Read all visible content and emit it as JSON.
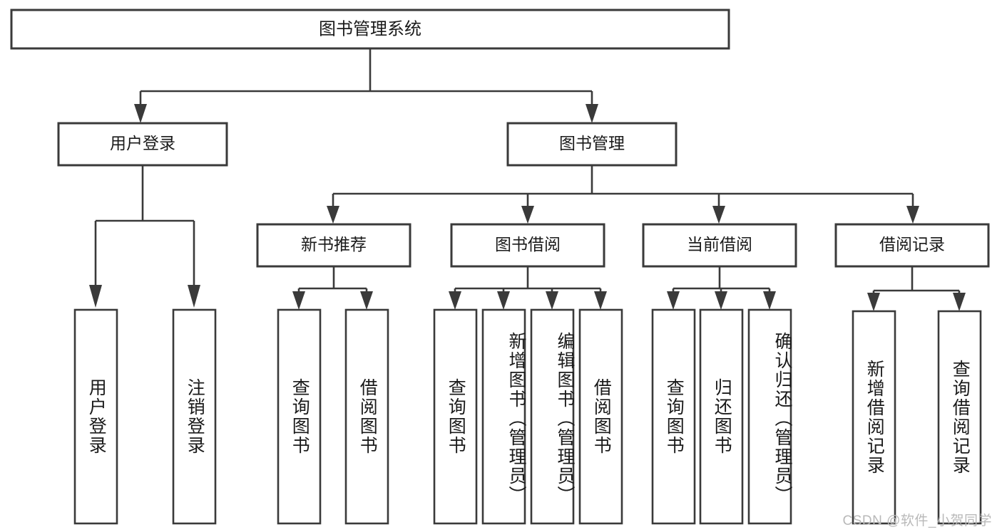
{
  "diagram": {
    "type": "tree-hierarchy",
    "title": "图书管理系统",
    "root": {
      "label": "图书管理系统",
      "id": "root"
    },
    "level1": [
      {
        "id": "user-login",
        "label": "用户登录"
      },
      {
        "id": "book-management",
        "label": "图书管理"
      }
    ],
    "level2": [
      {
        "id": "new-book-recommend",
        "label": "新书推荐",
        "parent": "book-management"
      },
      {
        "id": "book-borrow",
        "label": "图书借阅",
        "parent": "book-management"
      },
      {
        "id": "current-borrow",
        "label": "当前借阅",
        "parent": "book-management"
      },
      {
        "id": "borrow-record",
        "label": "借阅记录",
        "parent": "book-management"
      }
    ],
    "leaves": {
      "user-login": [
        {
          "id": "leaf-user-login",
          "label": "用户登录"
        },
        {
          "id": "leaf-user-logout",
          "label": "注销登录"
        }
      ],
      "new-book-recommend": [
        {
          "id": "leaf-query-book-1",
          "label": "查询图书"
        },
        {
          "id": "leaf-borrow-book-1",
          "label": "借阅图书"
        }
      ],
      "book-borrow": [
        {
          "id": "leaf-query-book-2",
          "label": "查询图书"
        },
        {
          "id": "leaf-add-book",
          "label": "新增图书（管理员）"
        },
        {
          "id": "leaf-edit-book",
          "label": "编辑图书（管理员）"
        },
        {
          "id": "leaf-borrow-book-2",
          "label": "借阅图书"
        }
      ],
      "current-borrow": [
        {
          "id": "leaf-query-book-3",
          "label": "查询图书"
        },
        {
          "id": "leaf-return-book",
          "label": "归还图书"
        },
        {
          "id": "leaf-confirm-return",
          "label": "确认归还（管理员）"
        }
      ],
      "borrow-record": [
        {
          "id": "leaf-add-record",
          "label": "新增借阅记录"
        },
        {
          "id": "leaf-query-record",
          "label": "查询借阅记录"
        }
      ]
    }
  },
  "watermark": {
    "text": "CSDN @软件_小贺同学"
  },
  "colors": {
    "box_stroke": "#3a3a3a",
    "box_fill": "#ffffff",
    "text": "#1a1a1a",
    "background": "#ffffff",
    "watermark": "#b9b9b9"
  }
}
